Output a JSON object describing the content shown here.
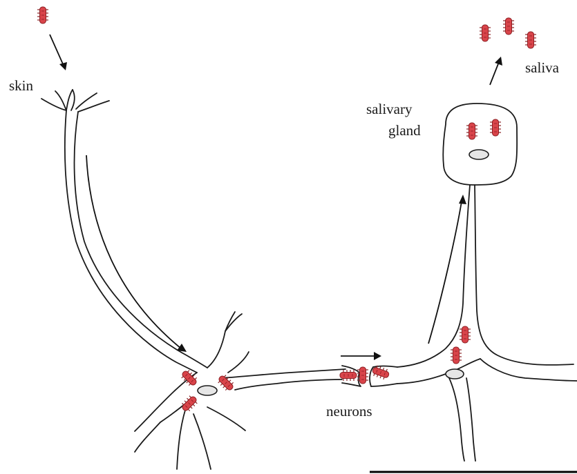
{
  "labels": {
    "skin": "skin",
    "salivary_line1": "salivary",
    "salivary_line2": "gland",
    "saliva": "saliva",
    "neurons": "neurons"
  },
  "colors": {
    "virus_fill": "#d9444a",
    "virus_dark": "#8a1e22",
    "line": "#1a1a1a",
    "nucleus": "#e6e6e6"
  },
  "icons": {
    "virus": "rabies-virus-particle-icon"
  }
}
